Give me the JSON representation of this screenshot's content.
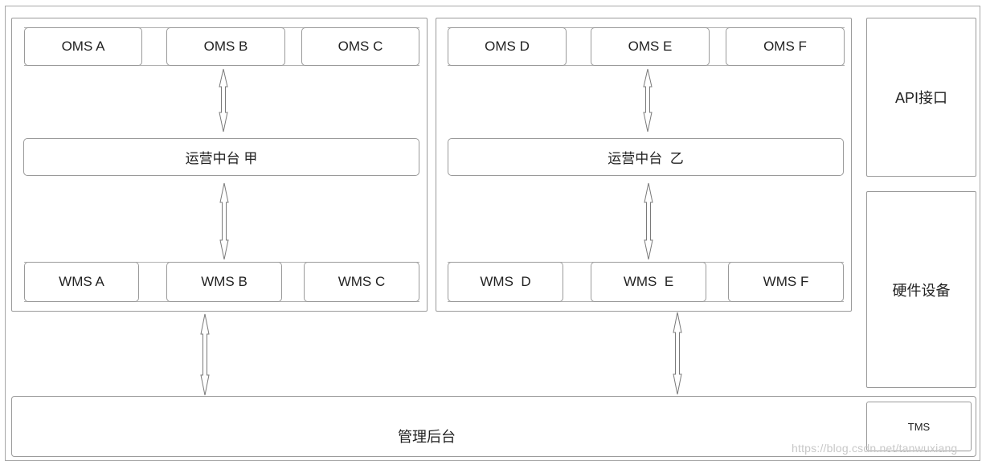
{
  "groups": [
    {
      "oms": [
        "OMS A",
        "OMS B",
        "OMS C"
      ],
      "middle": "运营中台 甲",
      "wms": [
        "WMS A",
        "WMS B",
        "WMS C"
      ]
    },
    {
      "oms": [
        "OMS D",
        "OMS E",
        "OMS F"
      ],
      "middle": "运营中台  乙",
      "wms": [
        "WMS  D",
        "WMS  E",
        "WMS F"
      ]
    }
  ],
  "side": {
    "api": "API接口",
    "hardware": "硬件设备",
    "tms": "TMS"
  },
  "bottom": {
    "label": "管理后台"
  },
  "watermark": "https://blog.csdn.net/tanwuxiang"
}
